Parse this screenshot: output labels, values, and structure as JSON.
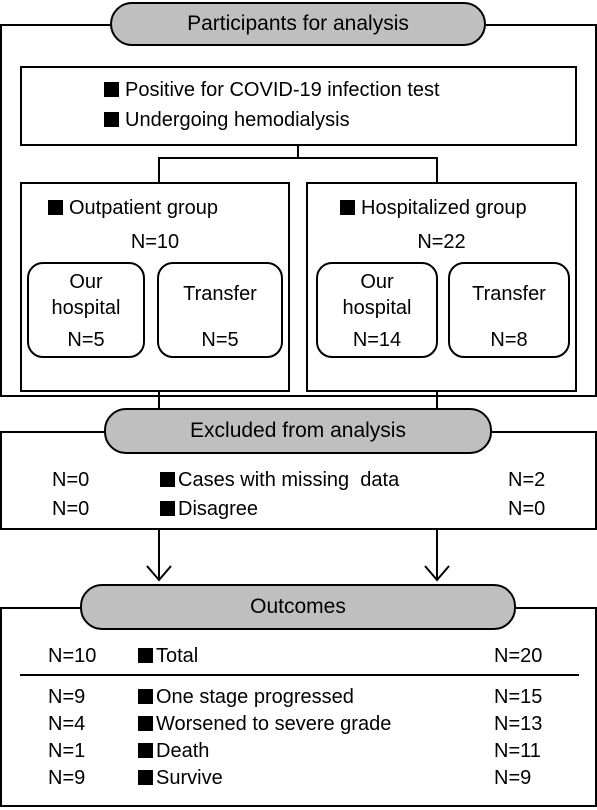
{
  "participants": {
    "title": "Participants for analysis",
    "criteria": [
      "Positive for COVID-19 infection test",
      "Undergoing hemodialysis"
    ]
  },
  "outpatient": {
    "label": "Outpatient group",
    "n": "N=10",
    "our_hospital": {
      "label_line1": "Our",
      "label_line2": "hospital",
      "n": "N=5"
    },
    "transfer": {
      "label": "Transfer",
      "n": "N=5"
    }
  },
  "hospitalized": {
    "label": "Hospitalized group",
    "n": "N=22",
    "our_hospital": {
      "label_line1": "Our",
      "label_line2": "hospital",
      "n": "N=14"
    },
    "transfer": {
      "label": "Transfer",
      "n": "N=8"
    }
  },
  "excluded": {
    "title": "Excluded from analysis",
    "rows": [
      {
        "left": "N=0",
        "label": "Cases with missing  data",
        "right": "N=2"
      },
      {
        "left": "N=0",
        "label": "Disagree",
        "right": "N=0"
      }
    ]
  },
  "outcomes": {
    "title": "Outcomes",
    "total": {
      "left": "N=10",
      "label": "Total",
      "right": "N=20"
    },
    "rows": [
      {
        "left": "N=9",
        "label": "One stage progressed",
        "right": "N=15"
      },
      {
        "left": "N=4",
        "label": "Worsened to severe grade",
        "right": "N=13"
      },
      {
        "left": "N=1",
        "label": "Death",
        "right": "N=11"
      },
      {
        "left": "N=9",
        "label": "Survive",
        "right": "N=9"
      }
    ]
  }
}
